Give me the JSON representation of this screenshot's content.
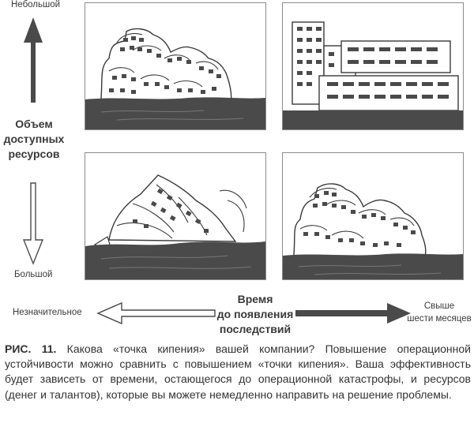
{
  "vertical_axis": {
    "top_label": "Небольшой",
    "bottom_label": "Большой",
    "title_lines": [
      "Объем",
      "доступных",
      "ресурсов"
    ]
  },
  "horizontal_axis": {
    "left_label": "Незначительное",
    "right_label_lines": [
      "Свыше",
      "шести месяцев"
    ],
    "title_lines": [
      "Время",
      "до появления",
      "последствий"
    ]
  },
  "caption": {
    "figure": "РИС. 11.",
    "text": " Какова «точка кипения» вашей компании? Повышение операционной устойчивости можно сравнить с повышением «точки кипения». Ваша эффективность будет зависеть от времени, остающегося до операционной катастрофы, и ресурсов (денег и талантов), которые вы можете немедленно направить на решение проблемы."
  },
  "colors": {
    "water": "#4a4a4a",
    "outline": "#3a3a3a",
    "window": "#4a4a4a",
    "frame": "#8a8a8a"
  },
  "icons": {
    "up_arrow": "arrow-up-icon",
    "down_arrow": "arrow-down-icon",
    "left_arrow": "arrow-left-icon",
    "right_arrow": "arrow-right-icon"
  }
}
